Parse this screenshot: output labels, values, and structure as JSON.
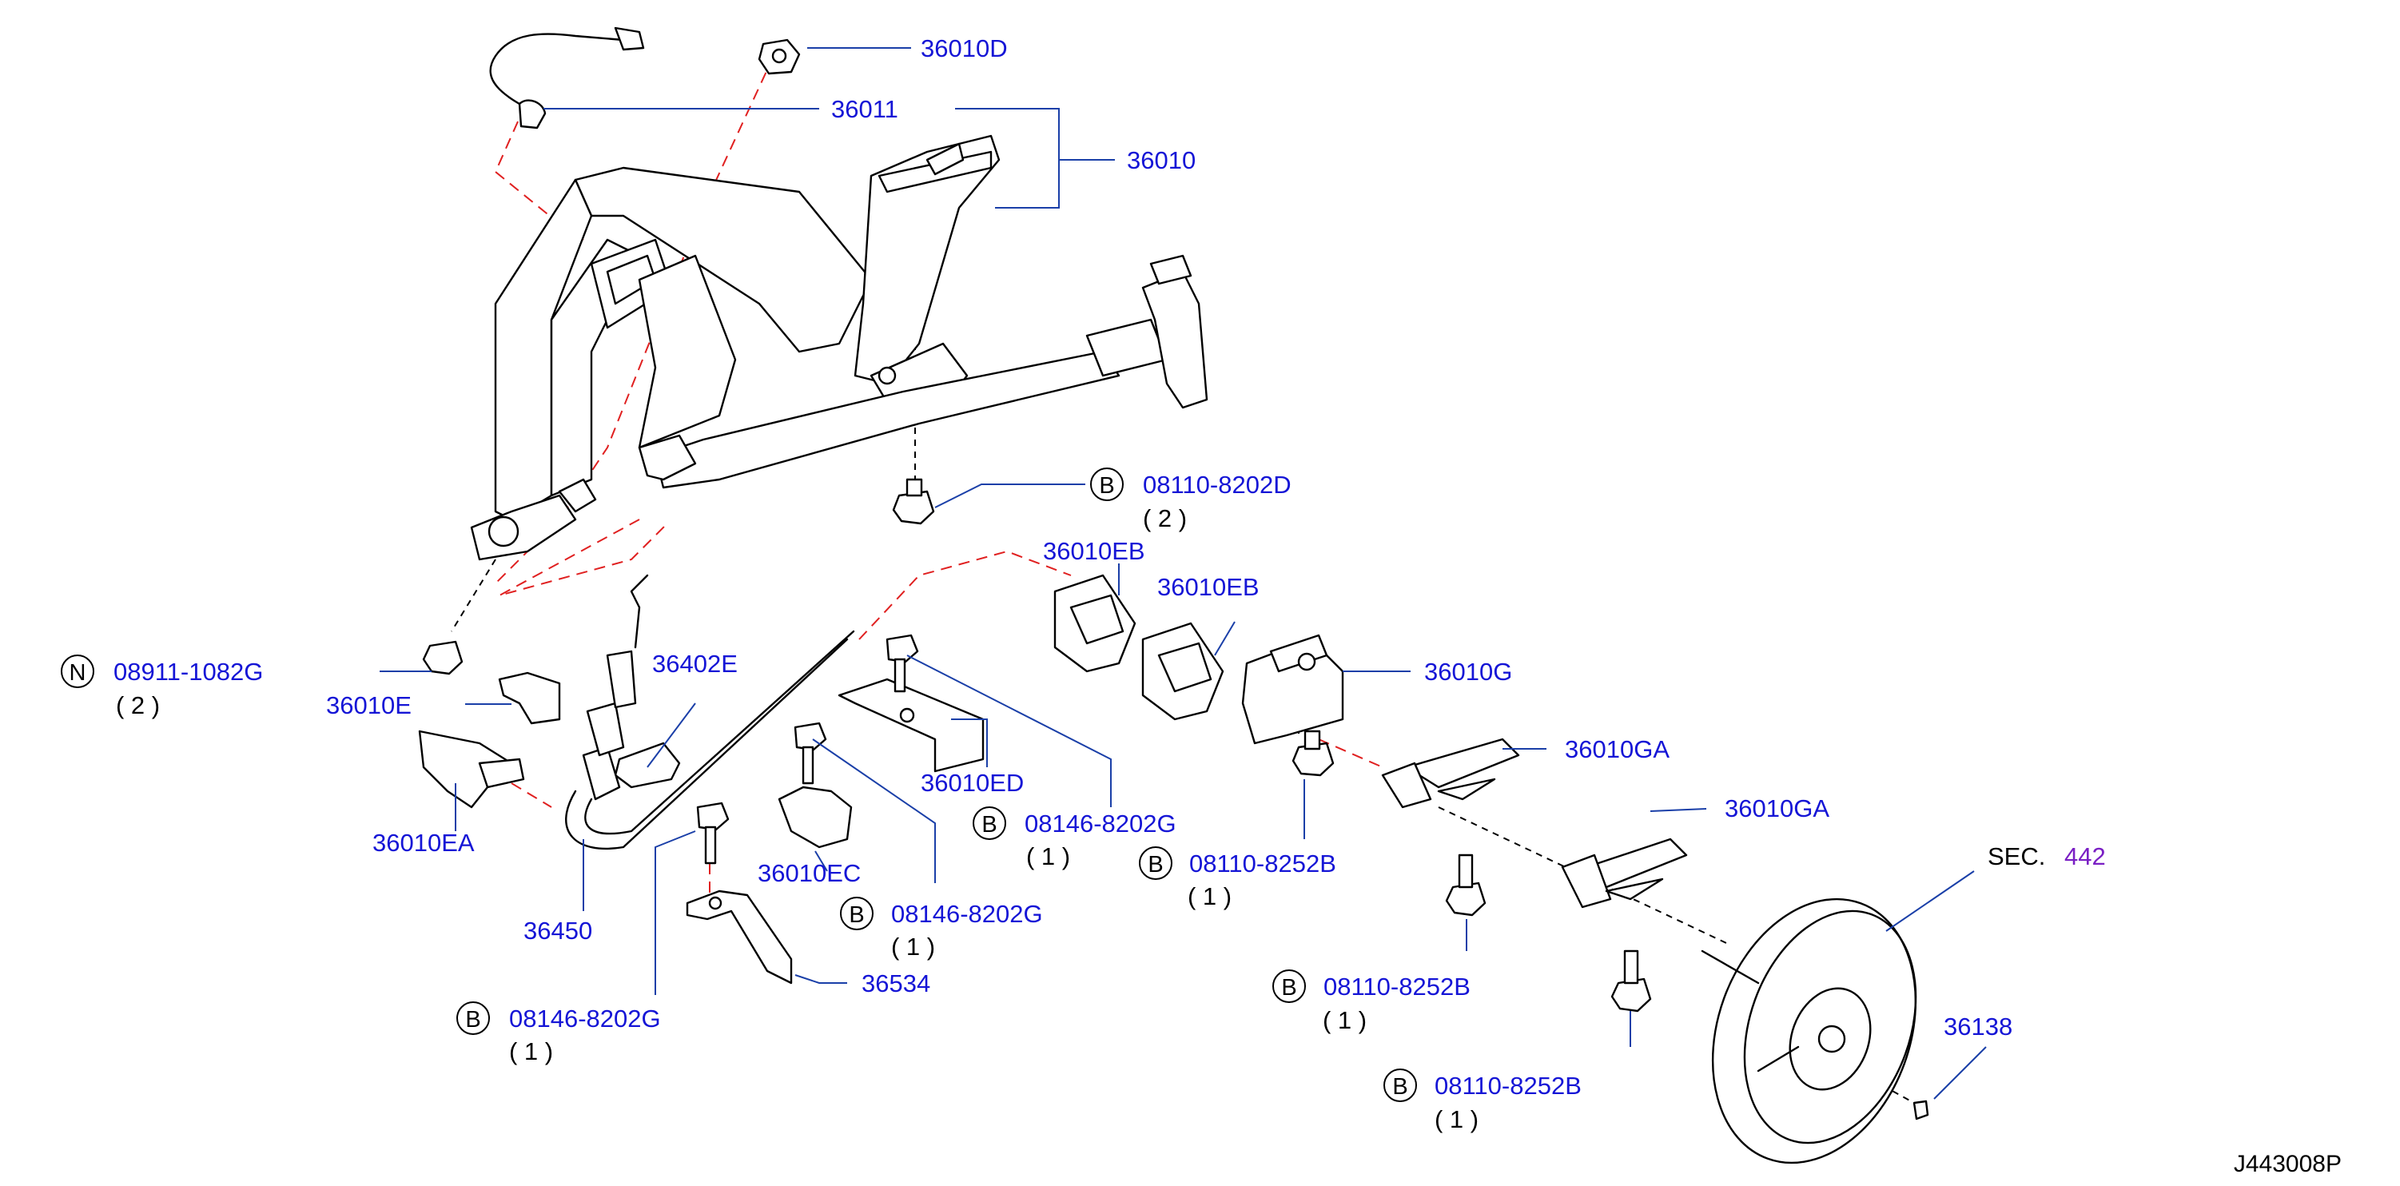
{
  "diagram": {
    "labels": [
      {
        "id": "36010D",
        "text": "36010D"
      },
      {
        "id": "36011",
        "text": "36011"
      },
      {
        "id": "36010",
        "text": "36010"
      },
      {
        "id": "b-08110-8202D",
        "text": "08110-8202D",
        "prefix": "B",
        "qty": "( 2 )"
      },
      {
        "id": "36010EB-1",
        "text": "36010EB"
      },
      {
        "id": "36010EB-2",
        "text": "36010EB"
      },
      {
        "id": "n-08911-1082G",
        "text": "08911-1082G",
        "prefix": "N",
        "qty": "( 2 )"
      },
      {
        "id": "36010E",
        "text": "36010E"
      },
      {
        "id": "36402E",
        "text": "36402E"
      },
      {
        "id": "36010G",
        "text": "36010G"
      },
      {
        "id": "36010GA-1",
        "text": "36010GA"
      },
      {
        "id": "36010GA-2",
        "text": "36010GA"
      },
      {
        "id": "36010ED",
        "text": "36010ED"
      },
      {
        "id": "b-08146-8202G-1",
        "text": "08146-8202G",
        "prefix": "B",
        "qty": "( 1 )"
      },
      {
        "id": "b-08110-8252B-1",
        "text": "08110-8252B",
        "prefix": "B",
        "qty": "( 1 )"
      },
      {
        "id": "36010EA",
        "text": "36010EA"
      },
      {
        "id": "36010EC",
        "text": "36010EC"
      },
      {
        "id": "b-08146-8202G-2",
        "text": "08146-8202G",
        "prefix": "B",
        "qty": "( 1 )"
      },
      {
        "id": "36450",
        "text": "36450"
      },
      {
        "id": "36534",
        "text": "36534"
      },
      {
        "id": "b-08146-8202G-3",
        "text": "08146-8202G",
        "prefix": "B",
        "qty": "( 1 )"
      },
      {
        "id": "b-08110-8252B-2",
        "text": "08110-8252B",
        "prefix": "B",
        "qty": "( 1 )"
      },
      {
        "id": "36138",
        "text": "36138"
      },
      {
        "id": "b-08110-8252B-3",
        "text": "08110-8252B",
        "prefix": "B",
        "qty": "( 1 )"
      }
    ],
    "section_ref": {
      "prefix": "SEC.",
      "number": "442"
    },
    "drawing_code": "J443008P",
    "colors": {
      "part_label": "#1515d6",
      "leader": "#1a3fa8",
      "red_dash": "#e02020",
      "section_number": "#7a1fc4"
    }
  }
}
